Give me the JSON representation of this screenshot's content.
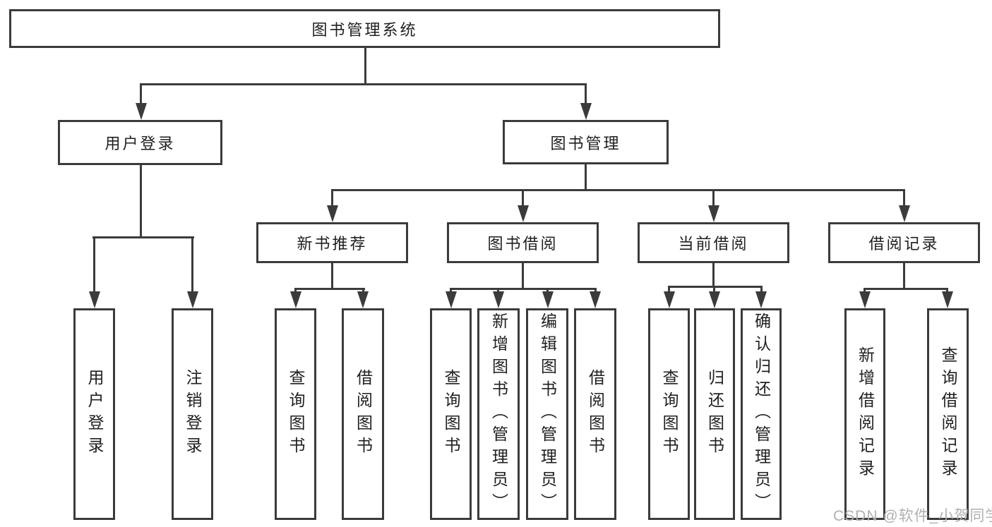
{
  "diagram": {
    "title": "图书管理系统",
    "root": {
      "label": "图书管理系统"
    },
    "level2": [
      {
        "label": "用户登录"
      },
      {
        "label": "图书管理"
      }
    ],
    "level3": [
      {
        "label": "新书推荐",
        "parent": "图书管理"
      },
      {
        "label": "图书借阅",
        "parent": "图书管理"
      },
      {
        "label": "当前借阅",
        "parent": "图书管理"
      },
      {
        "label": "借阅记录",
        "parent": "图书管理"
      }
    ],
    "leaves": [
      {
        "label": "用户登录",
        "parent": "用户登录"
      },
      {
        "label": "注销登录",
        "parent": "用户登录"
      },
      {
        "label": "查询图书",
        "parent": "新书推荐"
      },
      {
        "label": "借阅图书",
        "parent": "新书推荐"
      },
      {
        "label": "查询图书",
        "parent": "图书借阅"
      },
      {
        "label": "新增图书（管理员）",
        "parent": "图书借阅"
      },
      {
        "label": "编辑图书（管理员）",
        "parent": "图书借阅"
      },
      {
        "label": "借阅图书",
        "parent": "图书借阅"
      },
      {
        "label": "查询图书",
        "parent": "当前借阅"
      },
      {
        "label": "归还图书",
        "parent": "当前借阅"
      },
      {
        "label": "确认归还（管理员）",
        "parent": "当前借阅"
      },
      {
        "label": "新增借阅记录",
        "parent": "借阅记录"
      },
      {
        "label": "查询借阅记录",
        "parent": "借阅记录"
      }
    ],
    "watermark": "CSDN @软件_小贺同学",
    "colors": {
      "line": "#3b3b3b",
      "box_border": "#3b3b3b",
      "text": "#1f1f1f",
      "background": "#ffffff",
      "watermark": "#b2b0b0"
    }
  }
}
